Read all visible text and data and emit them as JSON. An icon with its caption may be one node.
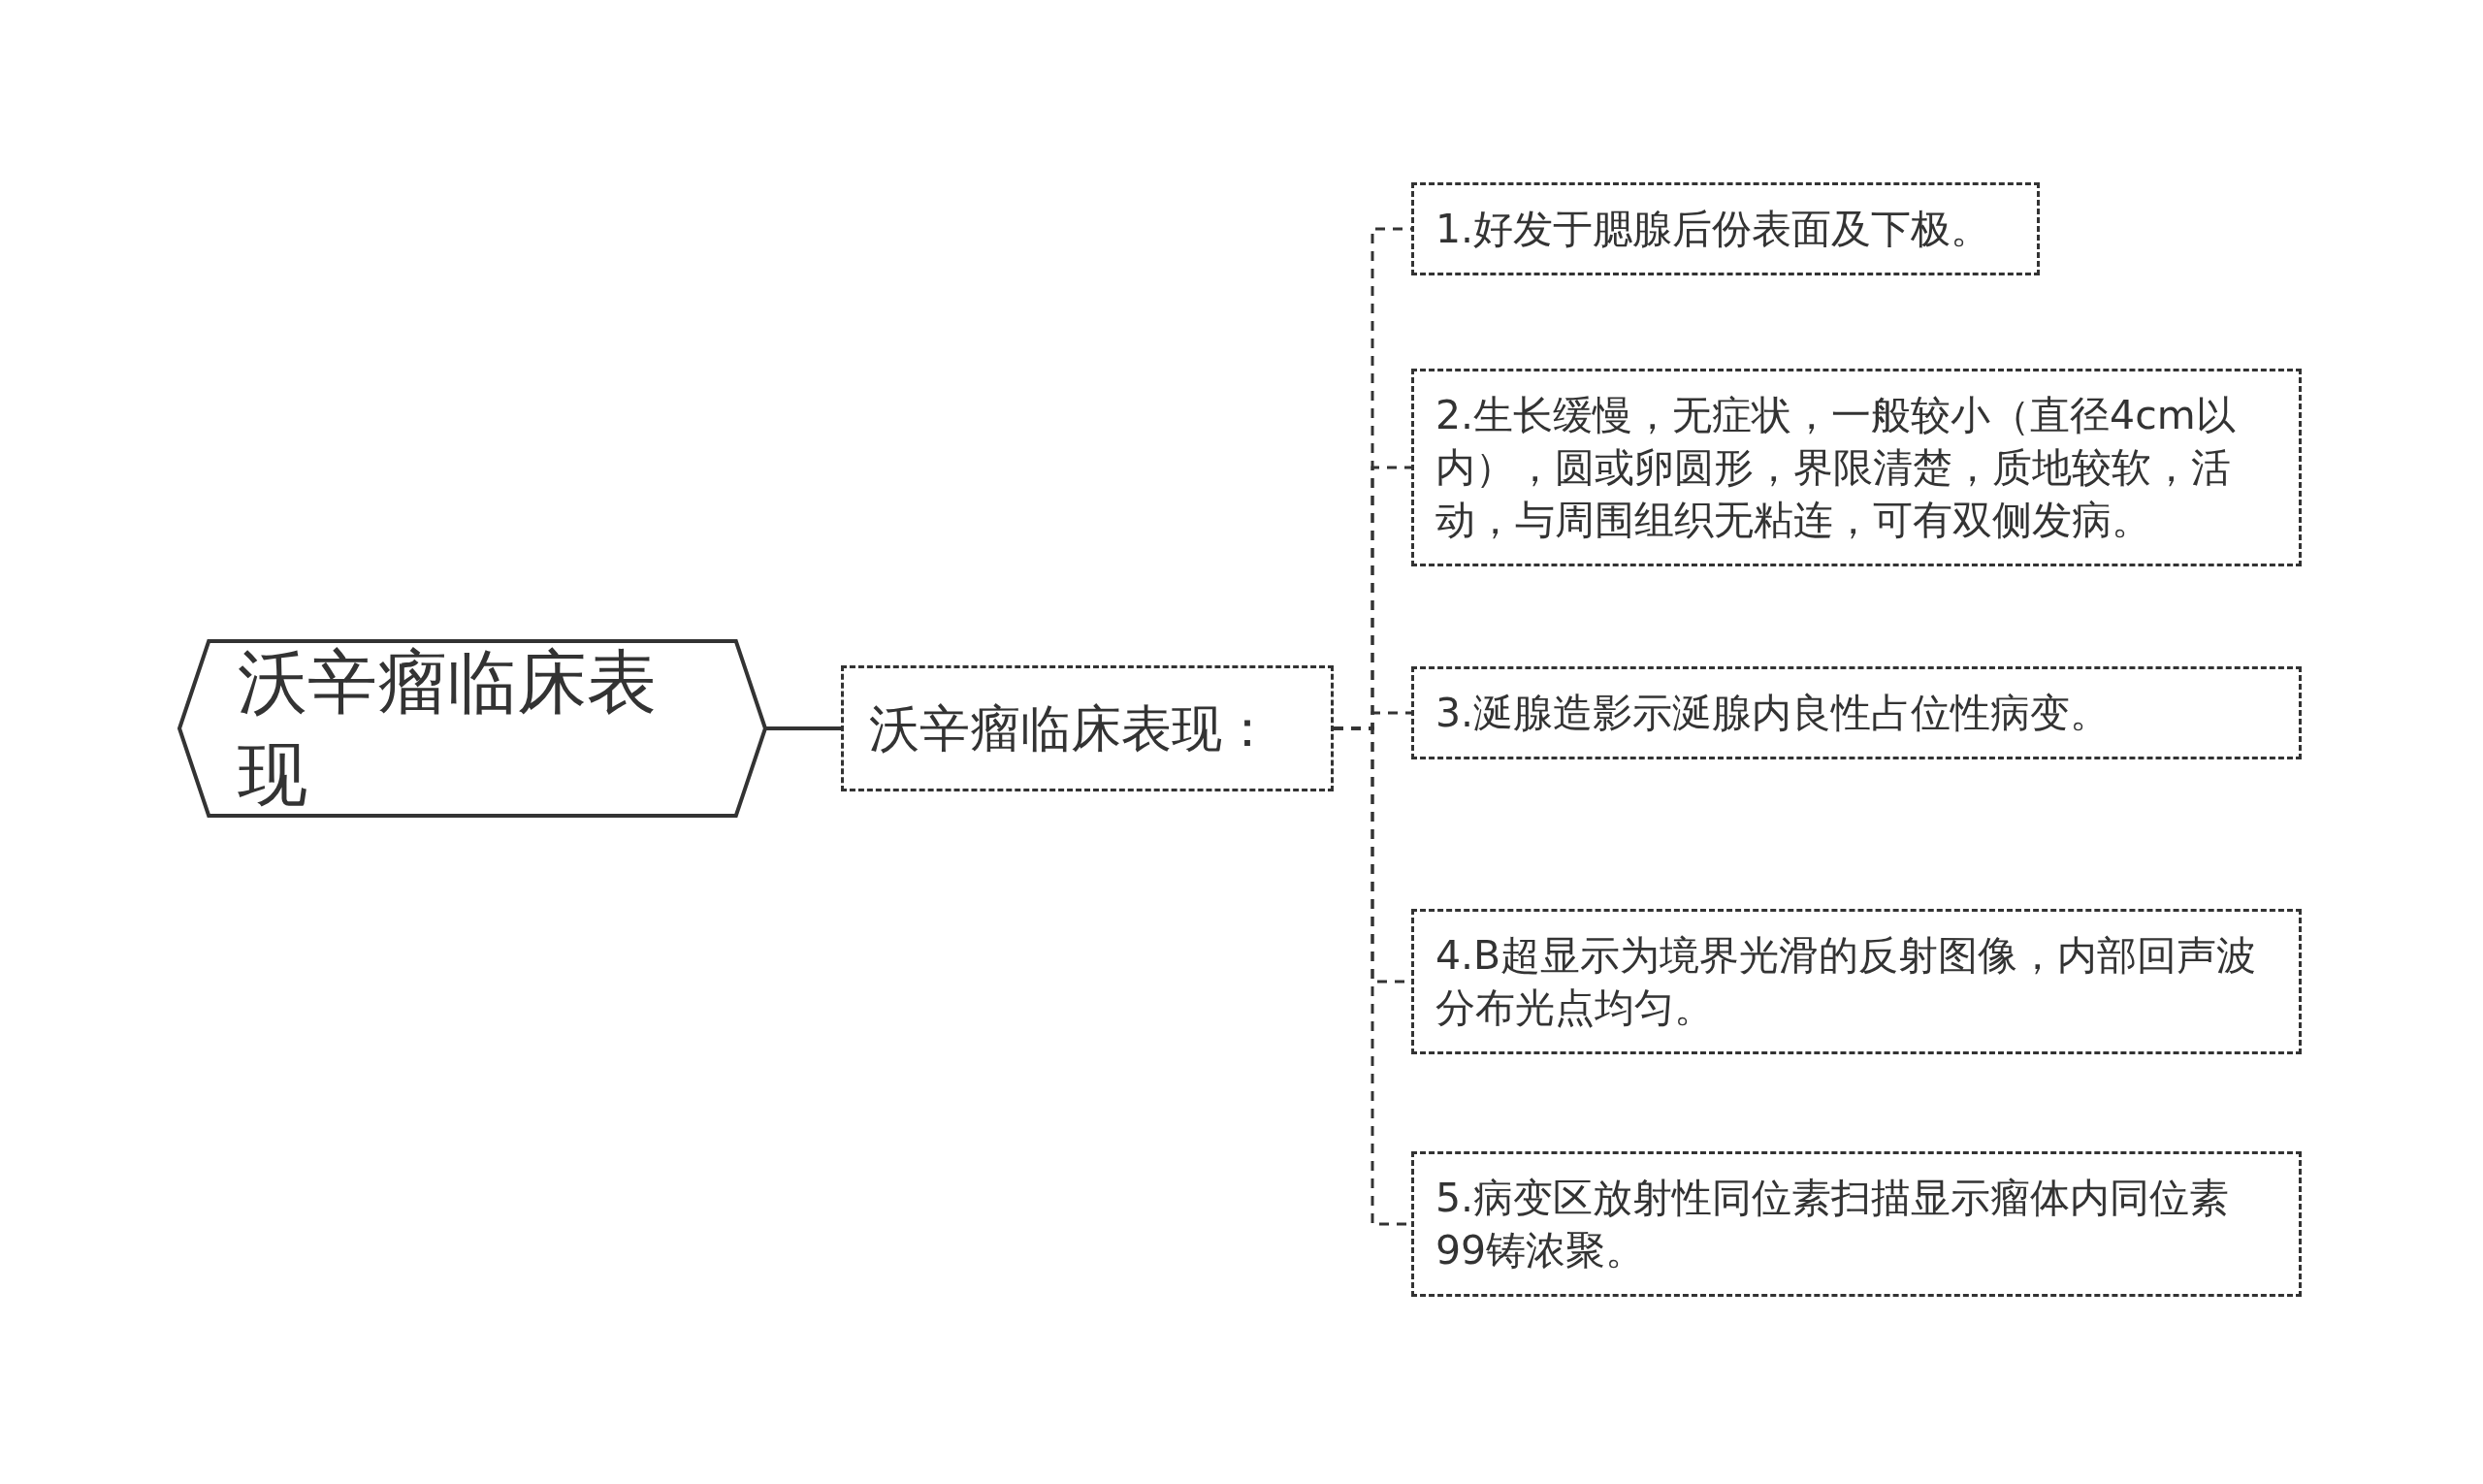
{
  "diagram": {
    "nodes": [
      {
        "text": [
          "沃辛瘤临床表现"
        ]
      },
      {
        "text": [
          "沃辛瘤临床表现："
        ]
      },
      {
        "text": [
          "1.好发于腮腺后份表面及下极。"
        ]
      },
      {
        "text": [
          "2.生长缓慢，无症状，一般较小（直径4cm以内），圆或卵圆形，界限清楚，质地较软，活动，与周围组织无粘连，可有双侧发病。"
        ]
      },
      {
        "text": [
          "3.涎腺造影示涎腺内良性占位性病变。"
        ]
      },
      {
        "text": [
          "4.B超显示为境界光滑的反射图像，内部回声波分布光点均匀。"
        ]
      },
      {
        "text": [
          "5.病变区放射性同位素扫描显示瘤体内同位素99铸浓聚。"
        ]
      }
    ],
    "edges": [
      {
        "from": 0,
        "to": 1,
        "arrow": "none"
      },
      {
        "from": 1,
        "to": 2,
        "arrow": "none",
        "style": "dashed"
      },
      {
        "from": 1,
        "to": 3,
        "arrow": "none",
        "style": "dashed"
      },
      {
        "from": 1,
        "to": 4,
        "arrow": "none",
        "style": "dashed"
      },
      {
        "from": 1,
        "to": 5,
        "arrow": "none",
        "style": "dashed"
      },
      {
        "from": 1,
        "to": 6,
        "arrow": "none",
        "style": "dashed"
      }
    ]
  }
}
